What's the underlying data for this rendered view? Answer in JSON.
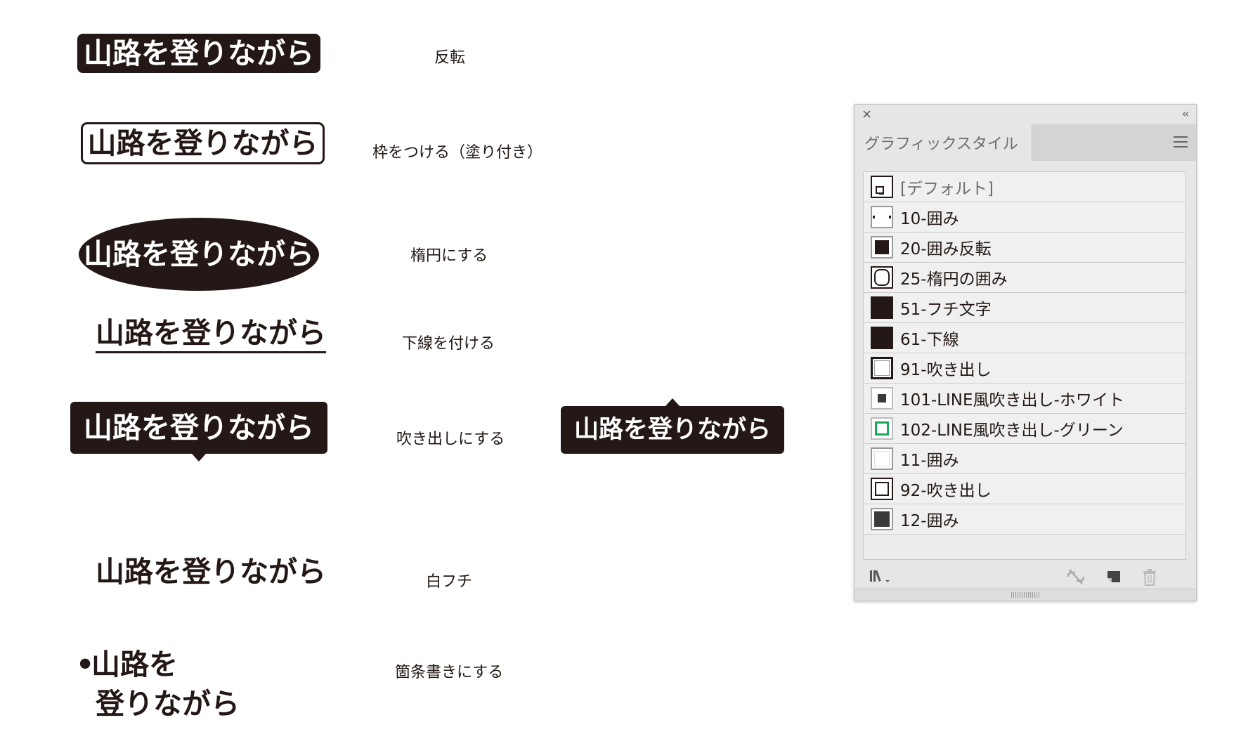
{
  "samples": {
    "text": "山路を登りながら",
    "bullet_line1": "山路を",
    "bullet_line2": "登りながら",
    "bullet_mark": "•"
  },
  "descriptions": {
    "inverse": "反転",
    "frame": "枠をつける（塗り付き）",
    "ellipse": "楕円にする",
    "underline": "下線を付ける",
    "bubble": "吹き出しにする",
    "outline": "白フチ",
    "bullet": "箇条書きにする"
  },
  "panel": {
    "tab_label": "グラフィックスタイル",
    "close_icon": "×",
    "collapse_icon": "‹‹",
    "items": [
      {
        "label": "[デフォルト]",
        "thumb": "default-style-icon"
      },
      {
        "label": "10-囲み",
        "thumb": "dots-frame-icon"
      },
      {
        "label": "20-囲み反転",
        "thumb": "inverse-frame-icon"
      },
      {
        "label": "25-楕円の囲み",
        "thumb": "ellipse-frame-icon"
      },
      {
        "label": "51-フチ文字",
        "thumb": "solid-square-icon"
      },
      {
        "label": "61-下線",
        "thumb": "solid-square-icon"
      },
      {
        "label": "91-吹き出し",
        "thumb": "bubble-frame-icon"
      },
      {
        "label": "101-LINE風吹き出し-ホワイト",
        "thumb": "small-square-icon"
      },
      {
        "label": "102-LINE風吹き出し-グリーン",
        "thumb": "green-frame-icon"
      },
      {
        "label": "11-囲み",
        "thumb": "empty-frame-icon"
      },
      {
        "label": "92-吹き出し",
        "thumb": "bubble-frame-icon"
      },
      {
        "label": "12-囲み",
        "thumb": "dark-square-icon"
      }
    ],
    "accent_green": "#17a85a",
    "ink": "#231815"
  }
}
